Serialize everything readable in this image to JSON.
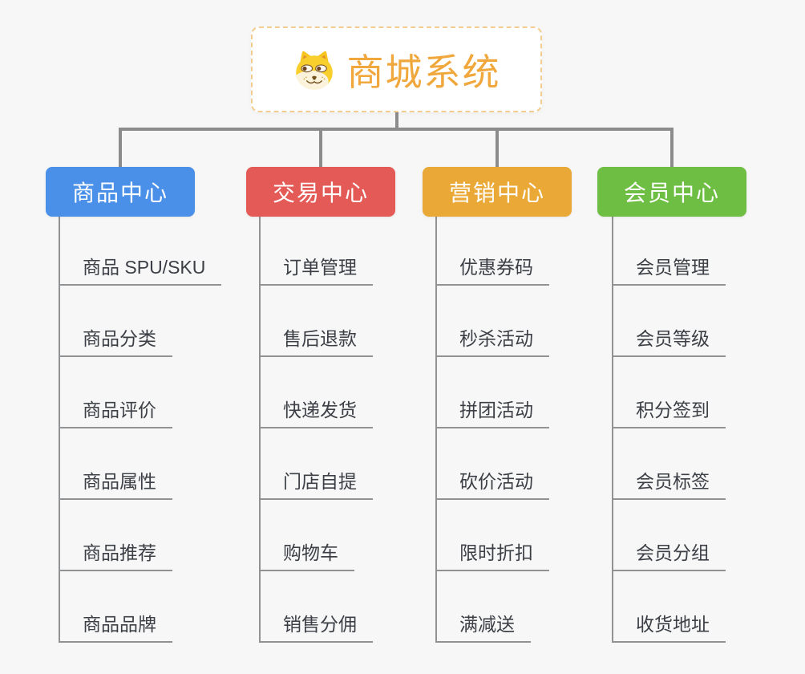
{
  "background": "#F7F7F7",
  "connector": {
    "thick_color": "#8C8C8C",
    "thin_color": "#909294"
  },
  "root": {
    "title": "商城系统",
    "icon": "doge-icon",
    "text_color": "#F0A73C",
    "border_color": "#F2CD8F",
    "background": "#FFFFFF"
  },
  "item_text_color": "#3C4046",
  "branches": [
    {
      "label": "商品中心",
      "color": "#4A90E8",
      "items": [
        "商品 SPU/SKU",
        "商品分类",
        "商品评价",
        "商品属性",
        "商品推荐",
        "商品品牌"
      ]
    },
    {
      "label": "交易中心",
      "color": "#E35A56",
      "items": [
        "订单管理",
        "售后退款",
        "快递发货",
        "门店自提",
        "购物车",
        "销售分佣"
      ]
    },
    {
      "label": "营销中心",
      "color": "#EAA937",
      "items": [
        "优惠券码",
        "秒杀活动",
        "拼团活动",
        "砍价活动",
        "限时折扣",
        "满减送"
      ]
    },
    {
      "label": "会员中心",
      "color": "#6EBE44",
      "items": [
        "会员管理",
        "会员等级",
        "积分签到",
        "会员标签",
        "会员分组",
        "收货地址"
      ]
    }
  ]
}
